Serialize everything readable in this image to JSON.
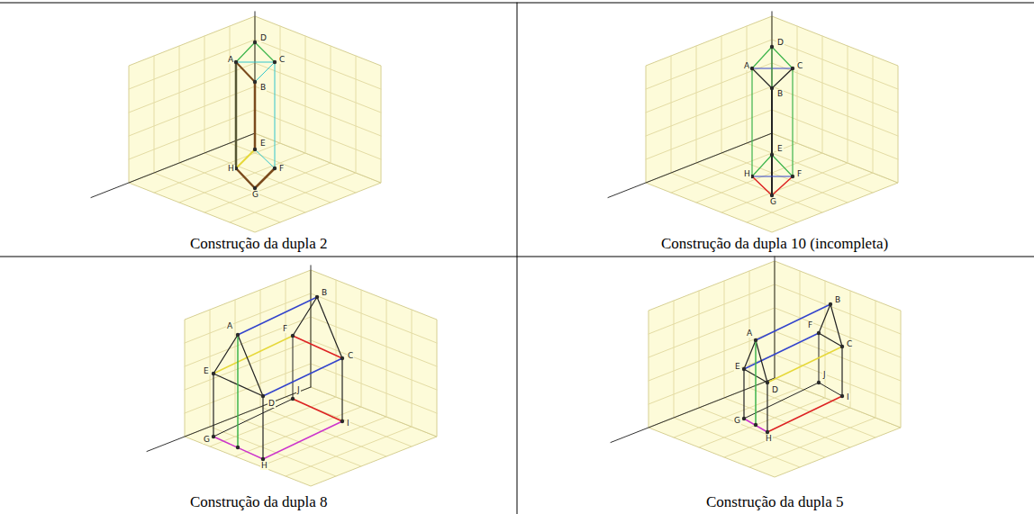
{
  "diagram": {
    "labels": [
      "Construção da dupla 2",
      "Construção da dupla 10 (incompleta)",
      "Construção da dupla 8",
      "Construção da dupla 5",
      "D",
      "A",
      "C",
      "B",
      "E",
      "H",
      "F",
      "G",
      "D",
      "A",
      "C",
      "B",
      "E",
      "H",
      "F",
      "G",
      "B",
      "A",
      "F",
      "E",
      "C",
      "D",
      "J",
      "G",
      "H",
      "I",
      "B",
      "F",
      "E",
      "A",
      "C",
      "D",
      "J",
      "G",
      "H",
      "I"
    ]
  }
}
